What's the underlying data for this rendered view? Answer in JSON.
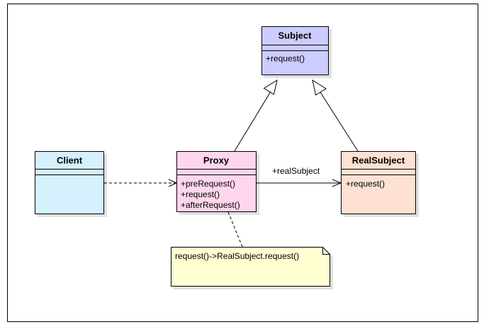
{
  "diagram": {
    "classes": {
      "subject": {
        "name": "Subject",
        "methods": [
          "+request()"
        ],
        "fill": "#ccccff"
      },
      "client": {
        "name": "Client",
        "methods": [],
        "fill": "#d4f1fd"
      },
      "proxy": {
        "name": "Proxy",
        "methods": [
          "+preRequest()",
          "+request()",
          "+afterRequest()"
        ],
        "fill": "#ffd6ec"
      },
      "real_subject": {
        "name": "RealSubject",
        "methods": [
          "+request()"
        ],
        "fill": "#ffe1d4"
      }
    },
    "association_label": "+realSubject",
    "note": {
      "text": "request()->RealSubject.request()",
      "fill": "#ffffd2"
    },
    "colors": {
      "stroke": "#000000",
      "shadow": "#e6e6e6"
    }
  }
}
